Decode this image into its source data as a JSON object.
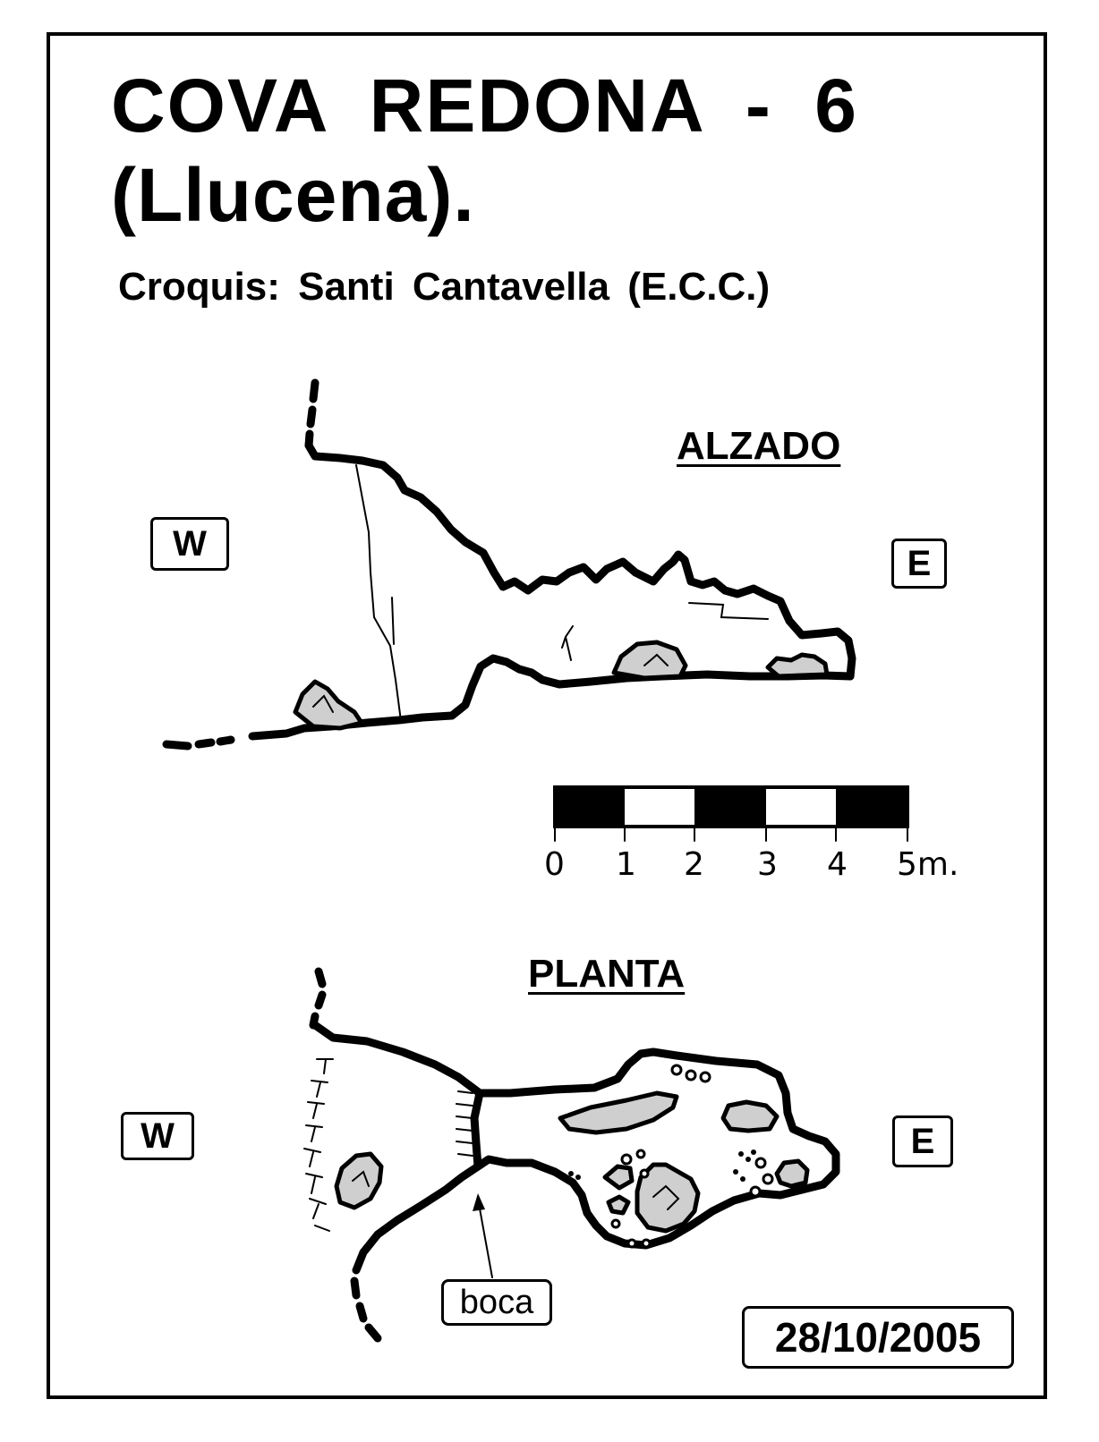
{
  "title": {
    "line1": "COVA  REDONA - 6",
    "line2": "(Llucena)."
  },
  "credit": "Croquis:  Santi Cantavella  (E.C.C.)",
  "alzado": {
    "heading": "ALZADO",
    "west_label": "W",
    "east_label": "E"
  },
  "planta": {
    "heading": "PLANTA",
    "west_label": "W",
    "east_label": "E",
    "entrance_label": "boca"
  },
  "scale": {
    "ticks": [
      "0",
      "1",
      "2",
      "3",
      "4",
      "5m."
    ]
  },
  "date": "28/10/2005",
  "colors": {
    "ink": "#000000",
    "paper": "#ffffff",
    "rock_fill": "#cfcfcf"
  }
}
